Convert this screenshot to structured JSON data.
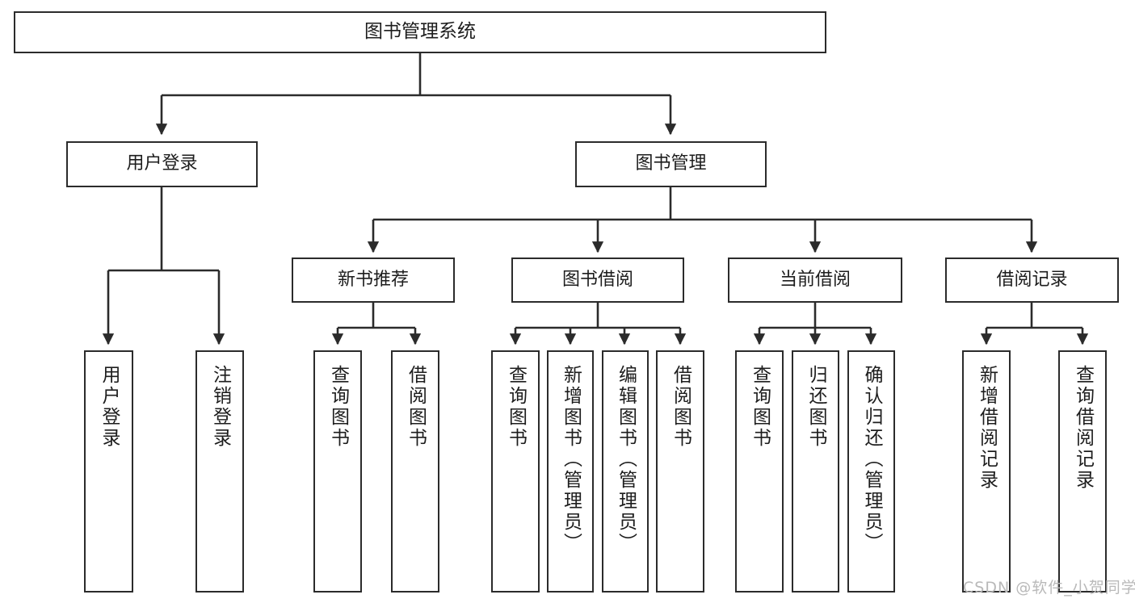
{
  "diagram": {
    "title": "图书管理系统",
    "watermark": "CSDN @软件_小贺同学",
    "line_color": "#2b2b2b",
    "box_fill": "#ffffff",
    "text_color": "#1d1d1d",
    "watermark_color": "#b9b9b9"
  },
  "nodes": {
    "root": {
      "label": "图书管理系统"
    },
    "level2": [
      {
        "id": "user-login",
        "label": "用户登录"
      },
      {
        "id": "book-management",
        "label": "图书管理"
      }
    ],
    "level3": [
      {
        "id": "new-book-recommend",
        "label": "新书推荐"
      },
      {
        "id": "book-borrow",
        "label": "图书借阅"
      },
      {
        "id": "current-borrow",
        "label": "当前借阅"
      },
      {
        "id": "borrow-record",
        "label": "借阅记录"
      }
    ],
    "leaves": {
      "user_login": [
        {
          "id": "leaf-user-login",
          "label": "用户登录"
        },
        {
          "id": "leaf-logout-login",
          "label": "注销登录"
        }
      ],
      "new_book_recommend": [
        {
          "id": "leaf-query-book-1",
          "label": "查询图书"
        },
        {
          "id": "leaf-borrow-book-1",
          "label": "借阅图书"
        }
      ],
      "book_borrow": [
        {
          "id": "leaf-query-book-2",
          "label": "查询图书"
        },
        {
          "id": "leaf-add-book",
          "label": "新增图书（管理员）"
        },
        {
          "id": "leaf-edit-book",
          "label": "编辑图书（管理员）"
        },
        {
          "id": "leaf-borrow-book-2",
          "label": "借阅图书"
        }
      ],
      "current_borrow": [
        {
          "id": "leaf-query-book-3",
          "label": "查询图书"
        },
        {
          "id": "leaf-return-book",
          "label": "归还图书"
        },
        {
          "id": "leaf-confirm-return",
          "label": "确认归还（管理员）"
        }
      ],
      "borrow_record": [
        {
          "id": "leaf-add-record",
          "label": "新增借阅记录"
        },
        {
          "id": "leaf-query-record",
          "label": "查询借阅记录"
        }
      ]
    }
  }
}
